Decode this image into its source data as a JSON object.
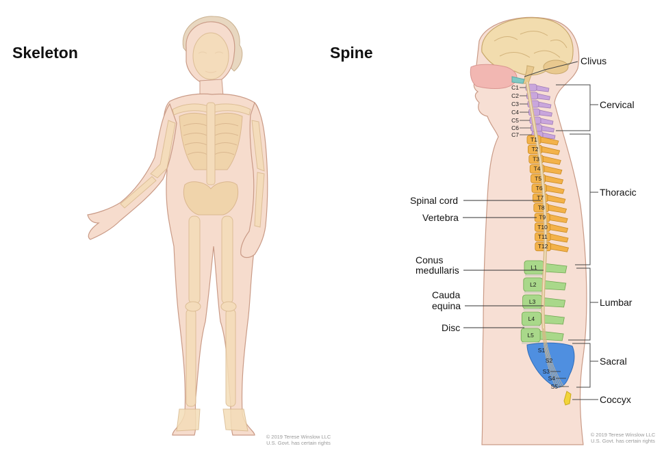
{
  "titles": {
    "skeleton": "Skeleton",
    "spine": "Spine"
  },
  "skeleton_credit": {
    "line1": "© 2019 Terese Winslow LLC",
    "line2": "U.S. Govt. has certain rights"
  },
  "spine_credit": {
    "line1": "© 2019 Terese Winslow LLC",
    "line2": "U.S. Govt. has certain rights"
  },
  "regions": {
    "clivus": "Clivus",
    "cervical": "Cervical",
    "thoracic": "Thoracic",
    "lumbar": "Lumbar",
    "sacral": "Sacral",
    "coccyx": "Coccyx"
  },
  "callouts": {
    "spinal_cord": "Spinal cord",
    "vertebra": "Vertebra",
    "conus_line1": "Conus",
    "conus_line2": "medullaris",
    "cauda_line1": "Cauda",
    "cauda_line2": "equina",
    "disc": "Disc"
  },
  "vertebrae": {
    "cervical": [
      "C1",
      "C2",
      "C3",
      "C4",
      "C5",
      "C6",
      "C7"
    ],
    "thoracic": [
      "T1",
      "T2",
      "T3",
      "T4",
      "T5",
      "T6",
      "T7",
      "T8",
      "T9",
      "T10",
      "T11",
      "T12"
    ],
    "lumbar": [
      "L1",
      "L2",
      "L3",
      "L4",
      "L5"
    ],
    "sacral": [
      "S1",
      "S2",
      "S3",
      "S4",
      "S5"
    ]
  },
  "colors": {
    "cervical": "#c9a6dc",
    "thoracic": "#f3b24a",
    "lumbar": "#a9d88a",
    "sacral": "#4f8fe0",
    "coccyx": "#f2d43a",
    "skin": "#f6dccd",
    "skin_outline": "#c99a86",
    "brain": "#f2dcae",
    "nasal": "#f2b7b2"
  }
}
